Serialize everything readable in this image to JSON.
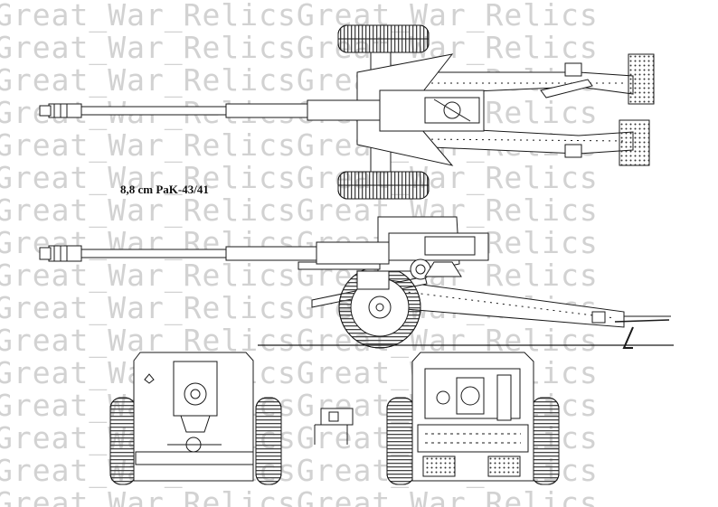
{
  "title": "8,8 cm PaK-43/41",
  "watermark": {
    "text": "Great_War_RelicsGreat_War_Relics",
    "color": "#d2d2d2"
  },
  "palette": {
    "ink": "#1a1a1a",
    "paper": "#ffffff",
    "hatch": "#555555"
  },
  "views": [
    {
      "id": "top-view"
    },
    {
      "id": "side-view"
    },
    {
      "id": "front-view"
    },
    {
      "id": "rear-view"
    },
    {
      "id": "detail-view"
    }
  ]
}
